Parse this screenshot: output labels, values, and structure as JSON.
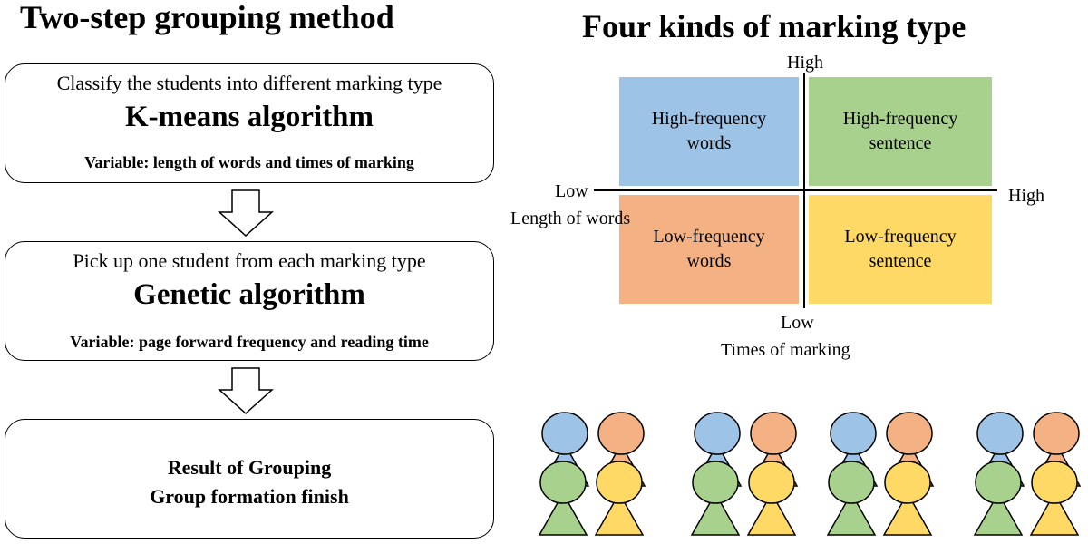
{
  "left": {
    "title": "Two-step grouping method",
    "step1": {
      "subtitle": "Classify the students into different marking type",
      "algorithm": "K-means algorithm",
      "variable": "Variable: length of words and times of marking"
    },
    "step2": {
      "subtitle": "Pick up one student from each marking type",
      "algorithm": "Genetic algorithm",
      "variable": "Variable: page forward frequency and reading time"
    },
    "result": {
      "line1": "Result of Grouping",
      "line2": "Group formation finish"
    }
  },
  "right": {
    "title": "Four kinds of marking type",
    "axes": {
      "y_high": "High",
      "y_low": "Low",
      "x_low": "Low",
      "x_high": "High",
      "x_label": "Length of words",
      "y_label": "Times of marking"
    },
    "quadrants": {
      "top_left": {
        "line1": "High-frequency",
        "line2": "words",
        "color": "#9dc3e6"
      },
      "top_right": {
        "line1": "High-frequency",
        "line2": "sentence",
        "color": "#a9d18e"
      },
      "bottom_left": {
        "line1": "Low-frequency",
        "line2": "words",
        "color": "#f4b183"
      },
      "bottom_right": {
        "line1": "Low-frequency",
        "line2": "sentence",
        "color": "#ffd966"
      }
    },
    "group_count": 4
  },
  "colors": {
    "blue": "#9dc3e6",
    "orange": "#f4b183",
    "green": "#a9d18e",
    "yellow": "#ffd966"
  }
}
